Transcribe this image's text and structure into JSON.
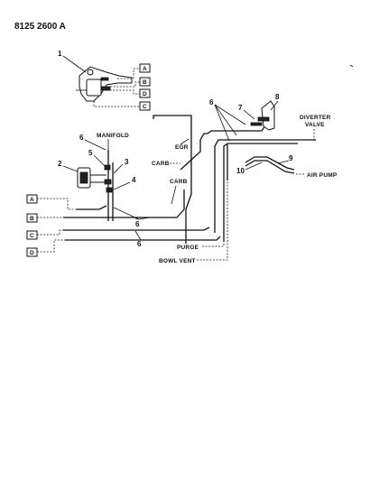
{
  "diagram_code": "8125 2600 A",
  "callouts": [
    "1",
    "2",
    "3",
    "4",
    "5",
    "6",
    "7",
    "8",
    "9",
    "10"
  ],
  "labels": {
    "manifold": "MANIFOLD",
    "egr": "EGR",
    "carb_upper": "CARB",
    "carb_lower": "CARB",
    "diverter_line1": "DIVERTER",
    "diverter_line2": "VALVE",
    "air_pump": "AIR PUMP",
    "purge": "PURGE",
    "bowl_vent": "BOWL VENT"
  },
  "connector_keys": [
    "A",
    "B",
    "C",
    "D"
  ],
  "icons": {
    "valve_assembly": "vacuum-valve-icon",
    "solenoid": "solenoid-icon",
    "bracket": "bracket-icon"
  }
}
